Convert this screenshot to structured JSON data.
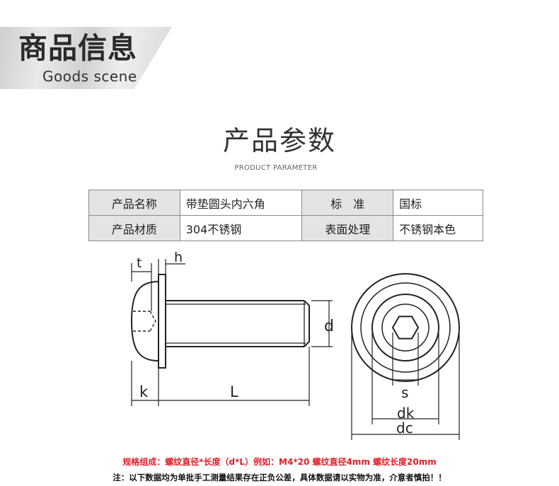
{
  "banner": {
    "title_cn": "商品信息",
    "title_en": "Goods scene"
  },
  "section": {
    "title": "产品参数",
    "subtitle": "PRODUCT PARAMETER"
  },
  "spec_table": {
    "rows": [
      {
        "label1": "产品名称",
        "value1": "带垫圆头内六角",
        "label2": "标　准",
        "value2": "国标"
      },
      {
        "label1": "产品材质",
        "value1": "304不锈钢",
        "label2": "表面处理",
        "value2": "不锈钢本色"
      }
    ]
  },
  "drawing_labels": {
    "t": "t",
    "h": "h",
    "d": "d",
    "k": "k",
    "L": "L",
    "s": "s",
    "dk": "dk",
    "dc": "dc"
  },
  "notes": {
    "spec_rule": "规格组成：螺纹直径*长度（d*L）例如：M4*20 螺纹直径4mm 螺纹长度20mm",
    "disclaimer": "注：以下数据均为单批手工测量结果存在正负公差，具体数据请以实物为准，介意者慎拍！！"
  },
  "colors": {
    "accent_red": "#e0202a",
    "table_label_bg": "#e4e4e4",
    "border": "#8a8a8a"
  }
}
